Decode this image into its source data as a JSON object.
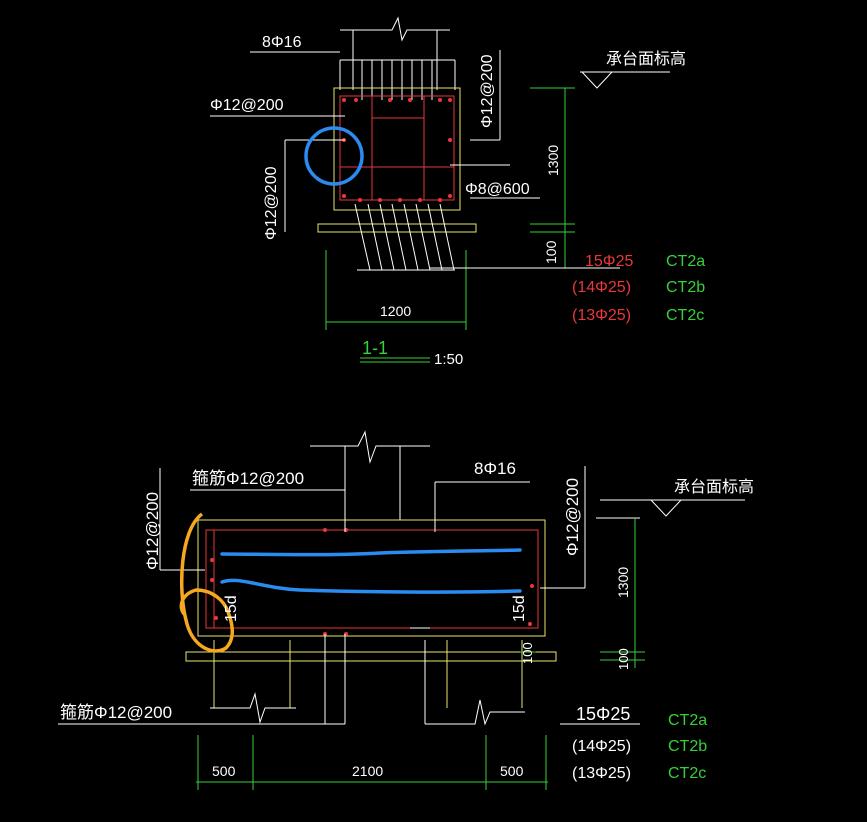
{
  "section": {
    "top_bar": "8Φ16",
    "left_bar": "Φ12@200",
    "left_vert": "Φ12@200",
    "right_vert": "Φ12@200",
    "tie": "Φ8@600",
    "top_label": "承台面标高",
    "dim_height": "1300",
    "dim_cover": "100",
    "dim_width": "1200",
    "bottom_a": "15Φ25",
    "bottom_b": "(14Φ25)",
    "bottom_c": "(13Φ25)",
    "code_a": "CT2a",
    "code_b": "CT2b",
    "code_c": "CT2c",
    "title": "1-1",
    "scale": "1:50"
  },
  "elevation": {
    "stirrup_top": "箍筋Φ12@200",
    "top_bar": "8Φ16",
    "left_vert": "Φ12@200",
    "right_vert": "Φ12@200",
    "top_label": "承台面标高",
    "anchor_left": "15d",
    "anchor_right": "15d",
    "dim_height": "1300",
    "dim_cover_a": "100",
    "dim_cover_b": "100",
    "stirrup_bottom": "箍筋Φ12@200",
    "bottom_a": "15Φ25",
    "bottom_b": "(14Φ25)",
    "bottom_c": "(13Φ25)",
    "code_a": "CT2a",
    "code_b": "CT2b",
    "code_c": "CT2c",
    "dim_left": "500",
    "dim_mid": "2100",
    "dim_right": "500"
  },
  "colors": {
    "white": "#ffffff",
    "red": "#e8383a",
    "green": "#36d13a",
    "yellow": "#e7e56a",
    "blue_markup": "#2a8cf0",
    "orange_markup": "#f5a820"
  }
}
